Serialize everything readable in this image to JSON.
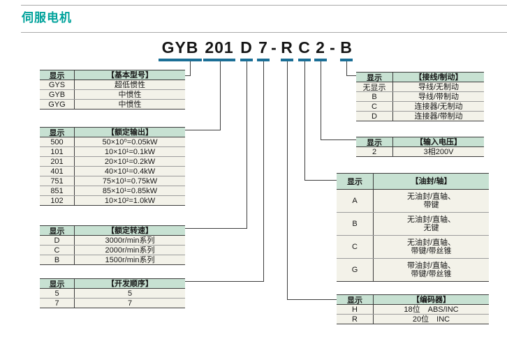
{
  "page": {
    "title": "伺服电机"
  },
  "model_code": {
    "full_text": "GYB 201 D 7 - R C 2 - B",
    "segments": [
      {
        "text": "GYB",
        "underline": true
      },
      {
        "text": "201",
        "underline": true
      },
      {
        "text": "D",
        "underline": true
      },
      {
        "text": "7",
        "underline": true
      },
      {
        "text": "-",
        "underline": false
      },
      {
        "text": "R",
        "underline": true
      },
      {
        "text": "C",
        "underline": true
      },
      {
        "text": "2",
        "underline": true
      },
      {
        "text": "-",
        "underline": false
      },
      {
        "text": "B",
        "underline": true
      }
    ]
  },
  "colors": {
    "title_teal": "#00a29b",
    "underline_blue": "#1b6f96",
    "table_header_green": "#c7e1d2",
    "table_row_ivory": "#f3f2e9"
  },
  "tables": [
    {
      "id": "basic-model",
      "col1_header": "显示",
      "col2_header": "【基本型号】",
      "rows": [
        [
          "GYS",
          "超低惯性"
        ],
        [
          "GYB",
          "中惯性"
        ],
        [
          "GYG",
          "中惯性"
        ]
      ]
    },
    {
      "id": "rated-output",
      "col1_header": "显示",
      "col2_header": "【额定输出】",
      "rows": [
        [
          "500",
          "50×10⁰=0.05kW"
        ],
        [
          "101",
          "10×10¹=0.1kW"
        ],
        [
          "201",
          "20×10¹=0.2kW"
        ],
        [
          "401",
          "40×10¹=0.4kW"
        ],
        [
          "751",
          "75×10¹=0.75kW"
        ],
        [
          "851",
          "85×10¹=0.85kW"
        ],
        [
          "102",
          "10×10²=1.0kW"
        ]
      ]
    },
    {
      "id": "rated-speed",
      "col1_header": "显示",
      "col2_header": "【额定转速】",
      "rows": [
        [
          "D",
          "3000r/min系列"
        ],
        [
          "C",
          "2000r/min系列"
        ],
        [
          "B",
          "1500r/min系列"
        ]
      ]
    },
    {
      "id": "dev-order",
      "col1_header": "显示",
      "col2_header": "【开发顺序】",
      "rows": [
        [
          "5",
          "5"
        ],
        [
          "7",
          "7"
        ]
      ]
    },
    {
      "id": "wiring-brake",
      "col1_header": "显示",
      "col2_header": "【接线/制动】",
      "rows": [
        [
          "无显示",
          "导线/无制动"
        ],
        [
          "B",
          "导线/带制动"
        ],
        [
          "C",
          "连接器/无制动"
        ],
        [
          "D",
          "连接器/带制动"
        ]
      ]
    },
    {
      "id": "input-voltage",
      "col1_header": "显示",
      "col2_header": "【输入电压】",
      "rows": [
        [
          "2",
          "3相200V"
        ]
      ]
    },
    {
      "id": "oil-seal-shaft",
      "col1_header": "显示",
      "col2_header": "【油封/轴】",
      "rows": [
        [
          "A",
          "无油封/直轴、\n带键"
        ],
        [
          "B",
          "无油封/直轴、\n无键"
        ],
        [
          "C",
          "无油封/直轴、\n带键/带丝锥"
        ],
        [
          "G",
          "带油封/直轴、\n带键/带丝锥"
        ]
      ]
    },
    {
      "id": "encoder",
      "col1_header": "显示",
      "col2_header": "【编码器】",
      "rows": [
        [
          "H",
          "18位　ABS/INC"
        ],
        [
          "R",
          "20位　INC"
        ]
      ]
    }
  ]
}
